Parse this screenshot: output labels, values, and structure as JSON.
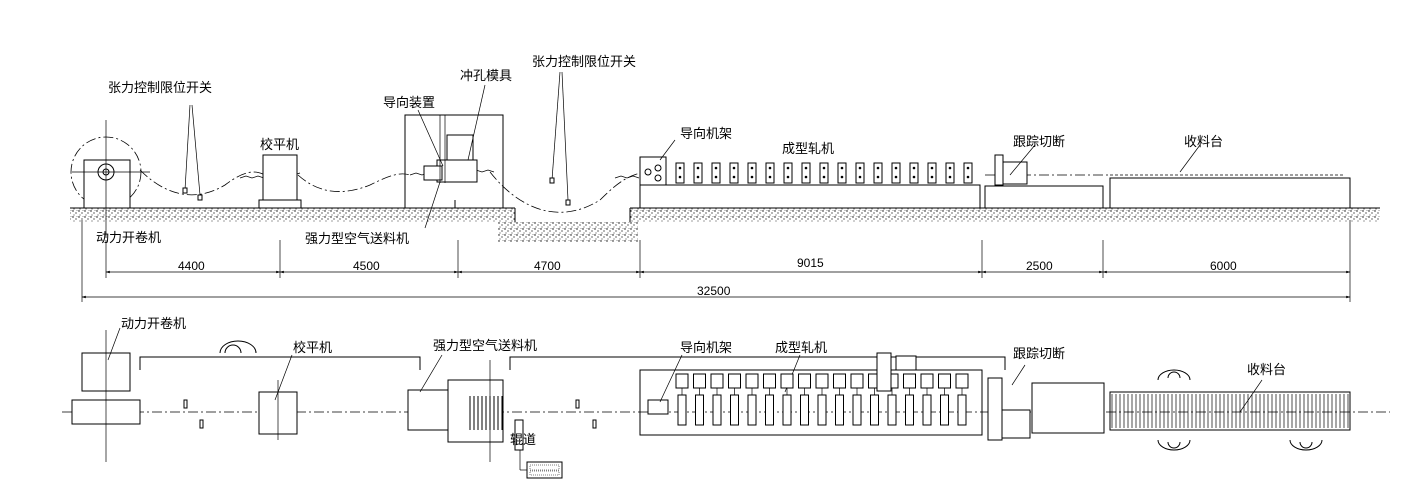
{
  "elevation": {
    "labels": {
      "tension_switch_left": "张力控制限位开关",
      "tension_switch_right": "张力控制限位开关",
      "leveler": "校平机",
      "guide_device": "导向装置",
      "punch_die": "冲孔模具",
      "guide_frame": "导向机架",
      "roll_former": "成型轧机",
      "tracking_cutoff": "跟踪切断",
      "runout_table": "收料台",
      "decoiler": "动力开卷机",
      "air_feeder": "强力型空气送料机"
    },
    "dimensions": {
      "seg1": "4400",
      "seg2": "4500",
      "seg3": "4700",
      "seg4": "9015",
      "seg5": "2500",
      "seg6": "6000",
      "total": "32500"
    }
  },
  "plan": {
    "labels": {
      "decoiler": "动力开卷机",
      "leveler": "校平机",
      "air_feeder": "强力型空气送料机",
      "guide_frame": "导向机架",
      "roll_former": "成型轧机",
      "tracking_cutoff": "跟踪切断",
      "runout_table": "收料台",
      "roller_track": "辊道"
    }
  }
}
